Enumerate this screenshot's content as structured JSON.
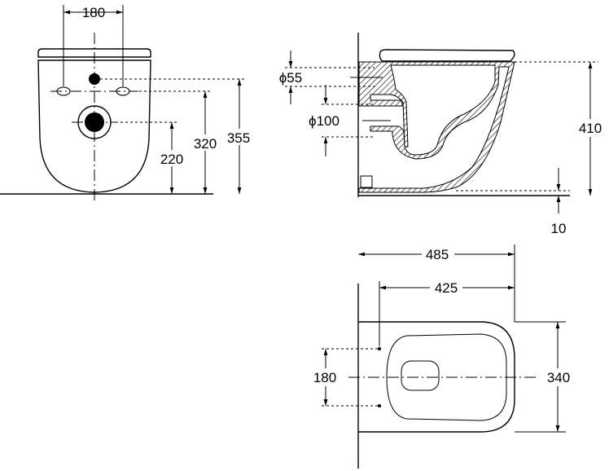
{
  "front_view": {
    "width_holes": "180",
    "height_pipe": "320",
    "height_top_hole": "355",
    "height_outlet": "220"
  },
  "side_view": {
    "inlet_diameter": "ϕ55",
    "outlet_diameter": "ϕ100",
    "total_height": "410",
    "floor_gap": "10"
  },
  "top_view": {
    "length": "485",
    "projection": "425",
    "hole_spacing": "180",
    "width": "340"
  }
}
